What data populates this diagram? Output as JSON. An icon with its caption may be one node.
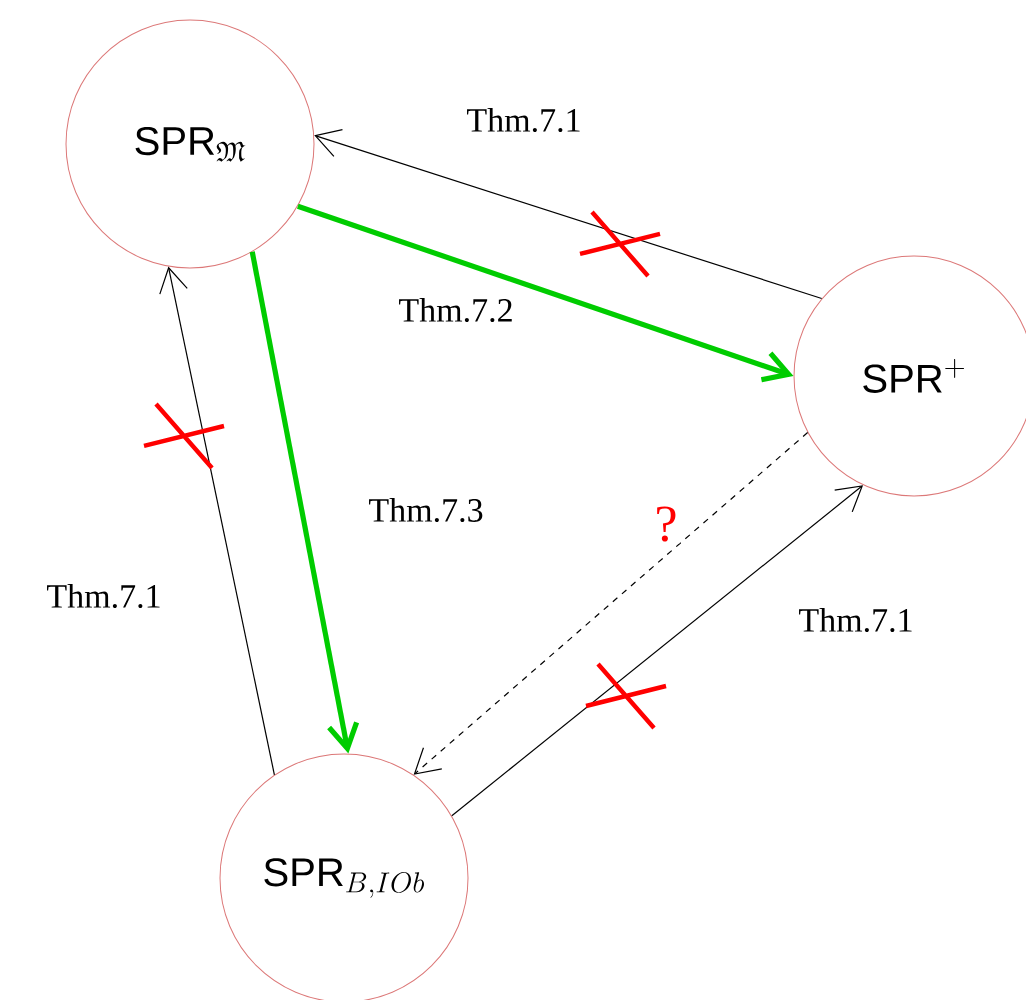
{
  "diagram": {
    "nodes": [
      {
        "text": [
          "\\textsf{SPR}_{\\mathfrak{M}}"
        ]
      },
      {
        "text": [
          "\\textsf{SPR}^{+}"
        ]
      },
      {
        "text": [
          "\\textsf{SPR}_{B,IOb}"
        ]
      }
    ],
    "edges": [
      {
        "from": 1,
        "to": 0,
        "arrow": "to",
        "label": "Thm.7.1"
      },
      {
        "from": 0,
        "to": 1,
        "arrow": "to",
        "label": "Thm.7.2",
        "style": "thick",
        "color": "#00cc00"
      },
      {
        "from": 0,
        "to": 2,
        "arrow": "to",
        "label": "Thm.7.3",
        "style": "thick",
        "color": "#00cc00"
      },
      {
        "from": 2,
        "to": 0,
        "arrow": "to",
        "label": "Thm.7.1"
      },
      {
        "from": 1,
        "to": 2,
        "arrow": "to",
        "label": "?",
        "style": "dashed"
      },
      {
        "from": 2,
        "to": 1,
        "arrow": "to",
        "label": "Thm.7.1"
      }
    ]
  }
}
